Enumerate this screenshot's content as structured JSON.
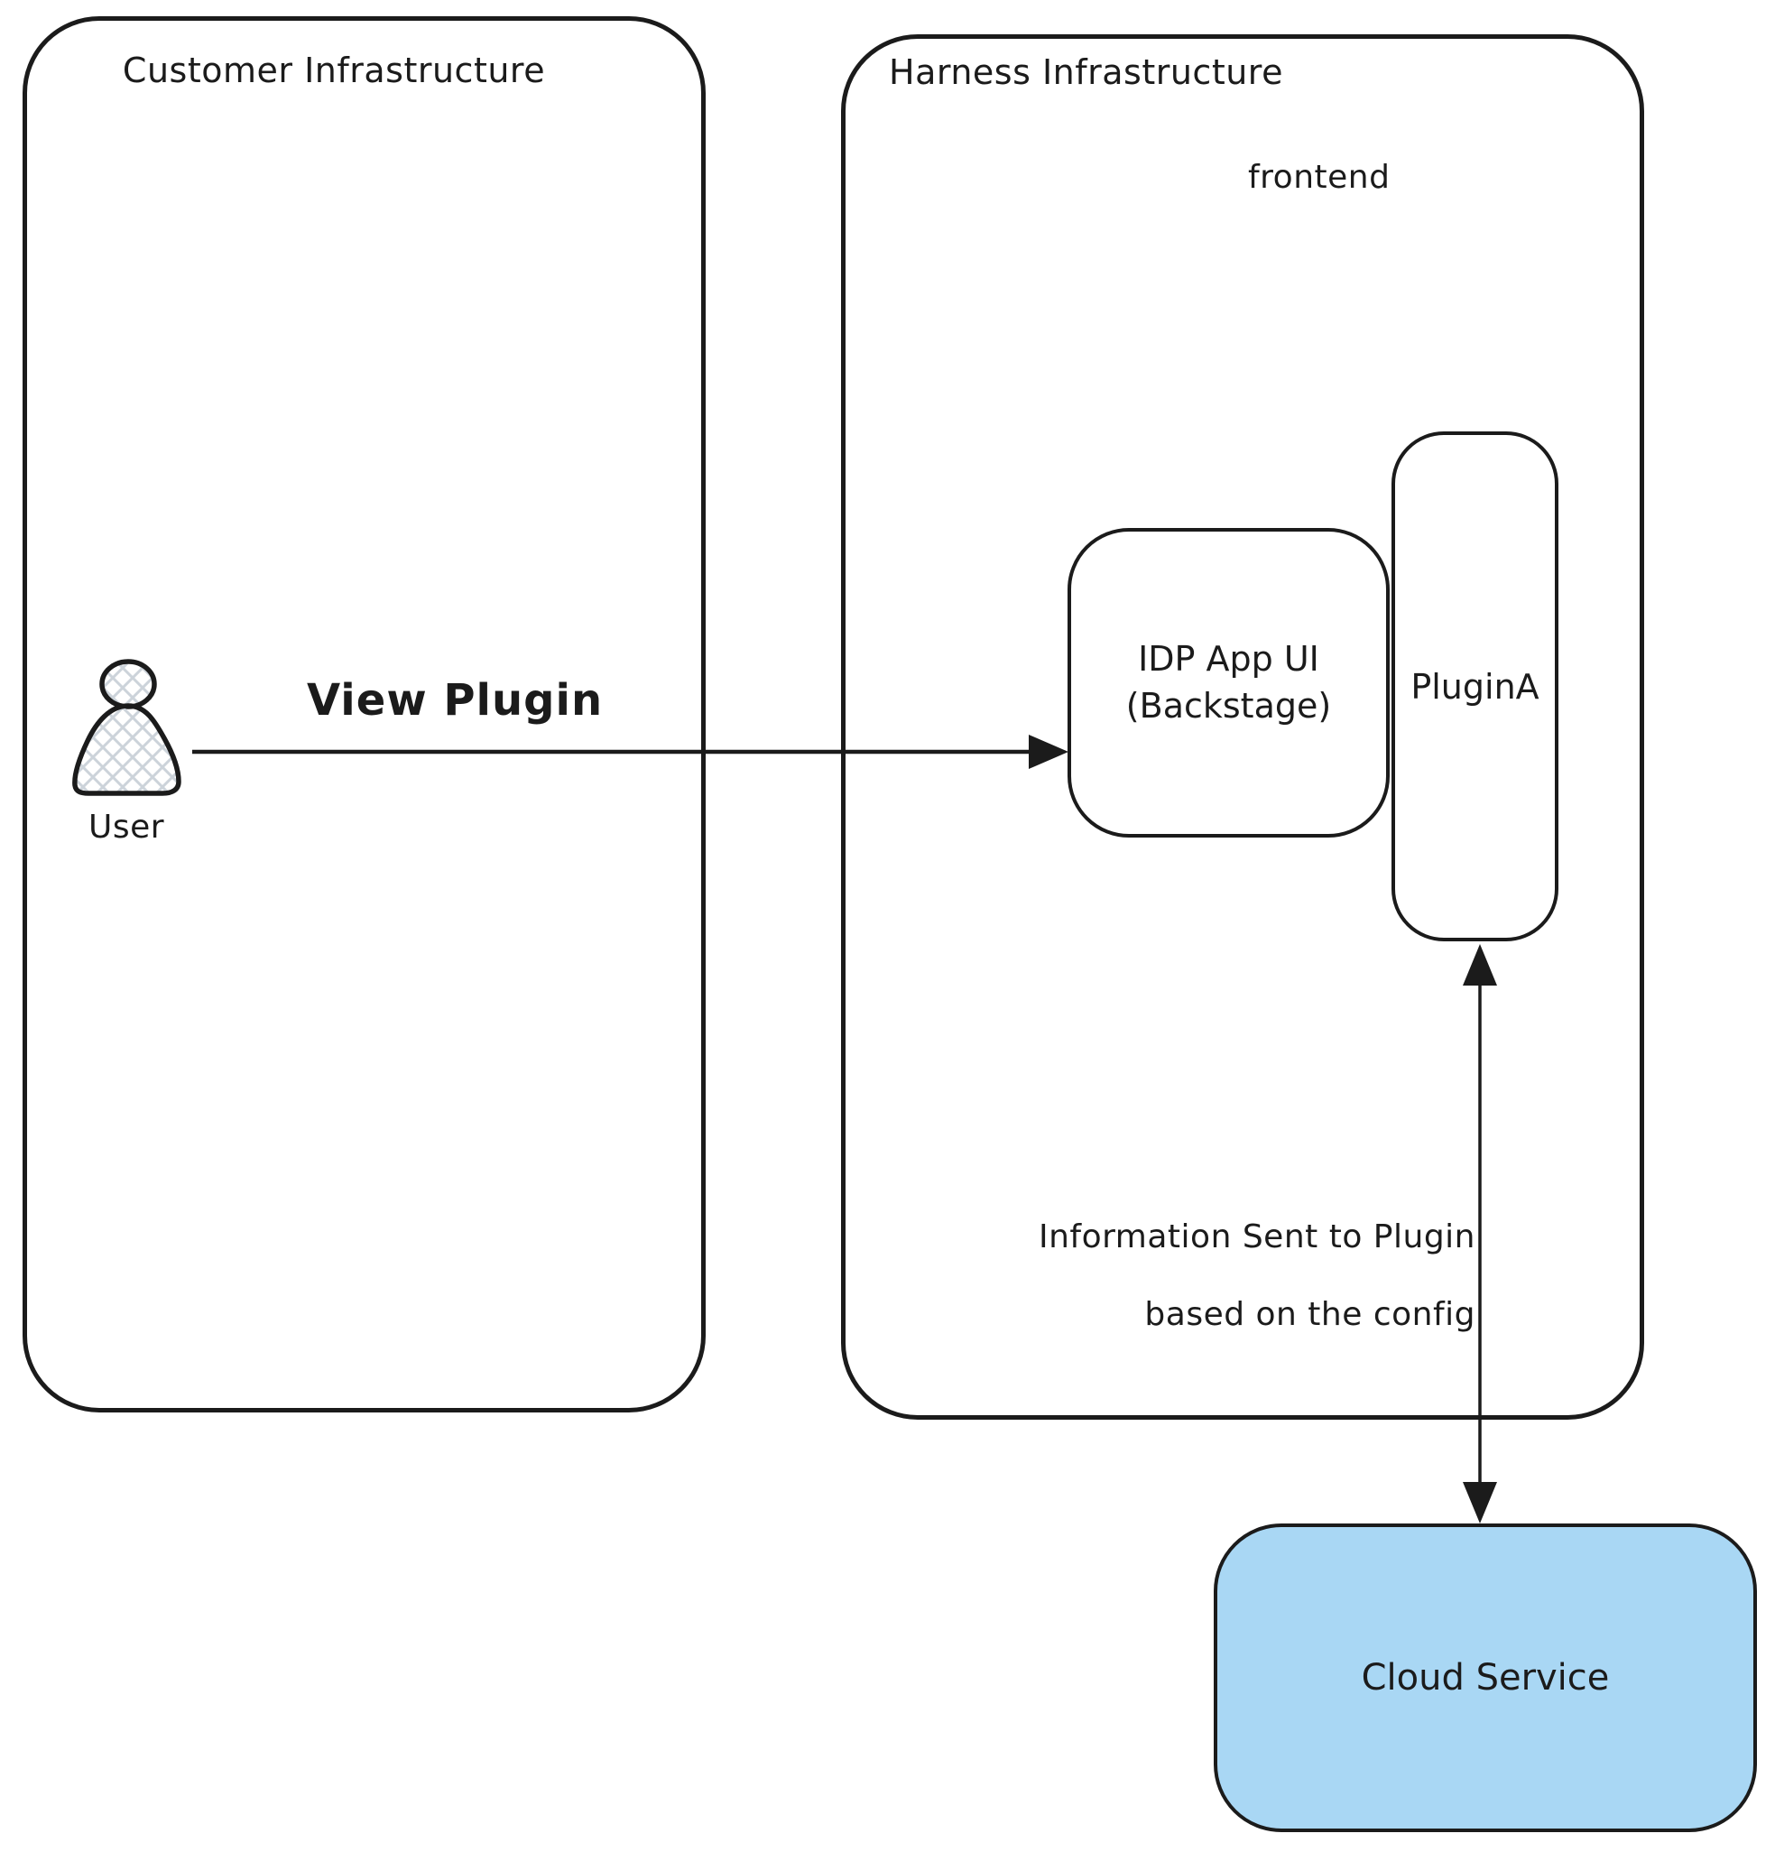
{
  "diagram": {
    "background_color": "#ffffff",
    "stroke_color": "#1b1b1b",
    "regions": {
      "customer": {
        "title": "Customer Infrastructure"
      },
      "harness": {
        "title": "Harness Infrastructure",
        "sublabel": "frontend"
      }
    },
    "nodes": {
      "user": {
        "label": "User",
        "icon": "person-icon",
        "hatch_color": "#ccd3da"
      },
      "idp_app": {
        "label_line1": "IDP App UI",
        "label_line2": "(Backstage)"
      },
      "plugin_a": {
        "label": "PluginA"
      },
      "cloud_service": {
        "label": "Cloud Service",
        "fill": "#a9d7f4"
      }
    },
    "edges": {
      "view_plugin": {
        "label": "View Plugin",
        "from": "User",
        "to": "IDP App UI (Backstage)",
        "style": "single-arrow-right"
      },
      "info_to_plugin": {
        "label_line1": "Information Sent to Plugin",
        "label_line2": "based on the config",
        "from": "PluginA",
        "to": "Cloud Service",
        "style": "double-arrow-vertical"
      }
    }
  }
}
